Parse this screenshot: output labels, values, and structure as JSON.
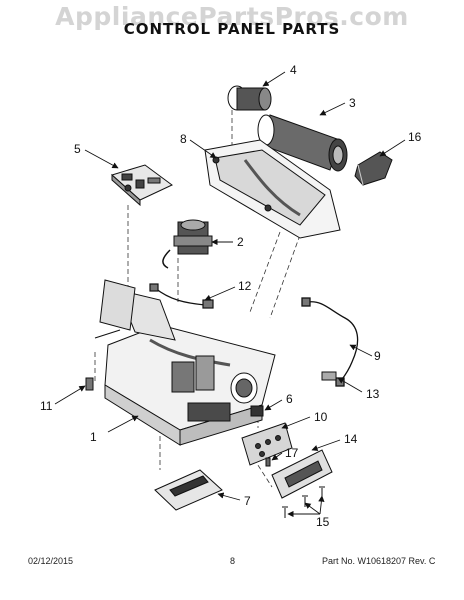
{
  "watermark": "AppliancePartsPros.com",
  "title": "CONTROL PANEL PARTS",
  "footer": {
    "date": "02/12/2015",
    "page": "8",
    "part_number": "Part No.  W10618207  Rev.  C"
  },
  "callouts": [
    "1",
    "2",
    "3",
    "4",
    "5",
    "6",
    "7",
    "8",
    "9",
    "10",
    "11",
    "12",
    "13",
    "14",
    "15",
    "16",
    "17"
  ]
}
